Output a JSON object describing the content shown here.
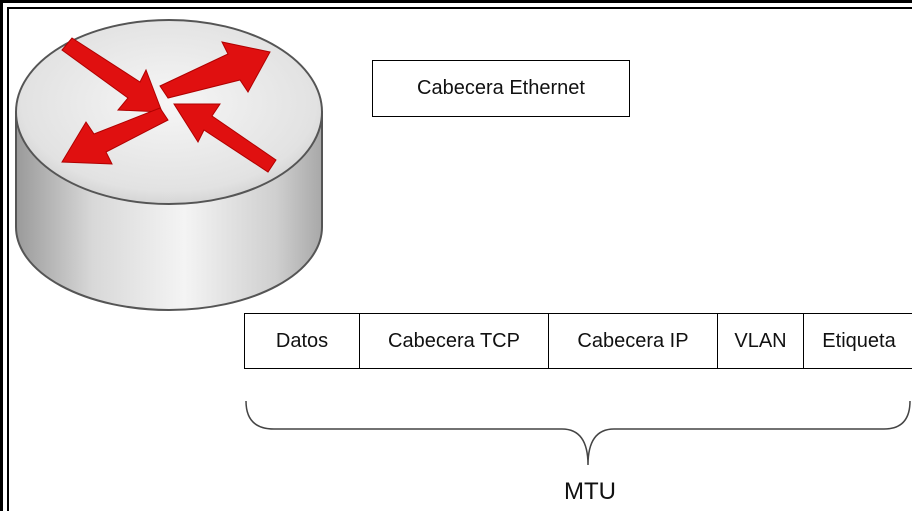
{
  "ethernet_header": {
    "label": "Cabecera Ethernet"
  },
  "frame_fields": [
    {
      "label": "Datos"
    },
    {
      "label": "Cabecera TCP"
    },
    {
      "label": "Cabecera IP"
    },
    {
      "label": "VLAN"
    },
    {
      "label": "Etiqueta"
    }
  ],
  "mtu": {
    "label": "MTU"
  },
  "colors": {
    "arrow_red": "#e01010",
    "router_body": "#c8c8c8",
    "router_top": "#ececec"
  },
  "icons": {
    "router": "router-icon"
  }
}
